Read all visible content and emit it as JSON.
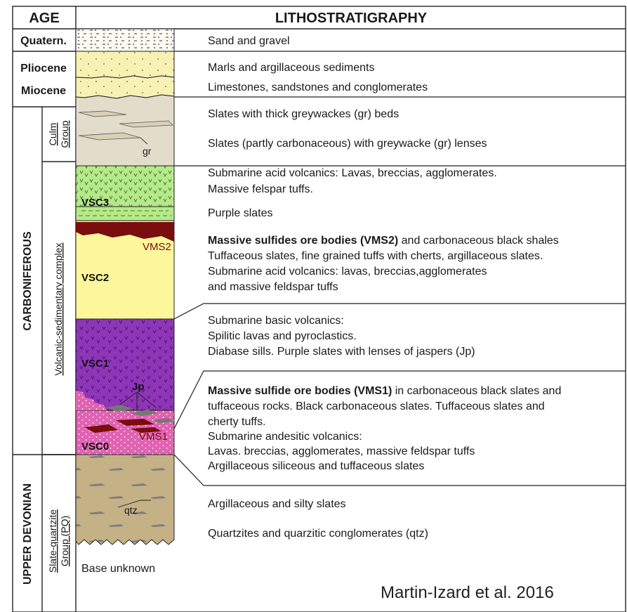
{
  "header": {
    "age": "AGE",
    "litho": "LITHOSTRATIGRAPHY"
  },
  "ages": {
    "quatern": "Quatern.",
    "pliocene": "Pliocene",
    "miocene": "Miocene",
    "carboniferous": "CARBONIFEROUS",
    "upper_devonian": "UPPER DEVONIAN"
  },
  "groups": {
    "culm_1": "Culm",
    "culm_2": "Group",
    "vsc": "Volcanic-sedimentary complex",
    "pq_1": "Slate-quartzite",
    "pq_2": "Group (PQ)"
  },
  "units": {
    "vsc3": "VSC3",
    "vsc2": "VSC2",
    "vsc1": "VSC1",
    "vsc0": "VSC0",
    "vms2": "VMS2",
    "vms1": "VMS1",
    "jp": "Jp",
    "gr": "gr",
    "qtz": "qtz",
    "base": "Base unknown"
  },
  "descriptions": {
    "sand": "Sand and gravel",
    "marls": "Marls and argillaceous sediments",
    "limestones": "Limestones, sandstones and conglomerates",
    "slates_thick": "Slates with thick greywackes (gr) beds",
    "slates_partly": "Slates (partly carbonaceous) with greywacke (gr) lenses",
    "acid_1": "Submarine acid volcanics: Lavas, breccias, agglomerates.",
    "acid_2": "Massive felspar tuffs.",
    "purple": "Purple slates",
    "vms2_bold": "Massive sulfides ore bodies (VMS2)",
    "vms2_rest": " and carbonaceous black shales",
    "vms2_2": "Tuffaceous slates, fine grained tuffs with cherts, argillaceous slates.",
    "vms2_3": "Submarine acid volcanics: lavas, breccias,agglomerates",
    "vms2_4": "and massive feldspar tuffs",
    "basic_1": "Submarine basic volcanics:",
    "basic_2": "Spilitic lavas and pyroclastics.",
    "basic_3": "Diabase sills. Purple slates with lenses of jaspers (Jp)",
    "vms1_bold": "Massive sulfide ore bodies (VMS1)",
    "vms1_rest": " in carbonaceous black slates and",
    "vms1_2": "tuffaceous rocks. Black carbonaceous slates. Tuffaceous slates and",
    "vms1_3": "cherty tuffs.",
    "vms1_4": "Submarine andesitic volcanics:",
    "vms1_5": "Lavas. breccias, agglomerates, massive feldspar tuffs",
    "vms1_6": "Argillaceous siliceous and tuffaceous slates",
    "pq_1": "Argillaceous and silty slates",
    "pq_2": "Quartzites and quarzitic conglomerates (qtz)"
  },
  "credit": "Martin-Izard et al. 2016",
  "colors": {
    "sand": "#fbfbf4",
    "tertiary": "#f7f2b3",
    "culm": "#e2dccb",
    "vsc3": "#b6e98a",
    "vsc2": "#fbf79a",
    "vsc1": "#8e35b8",
    "vsc0": "#e062b2",
    "sulfide": "#7a0d0d",
    "pq": "#c5b186"
  }
}
